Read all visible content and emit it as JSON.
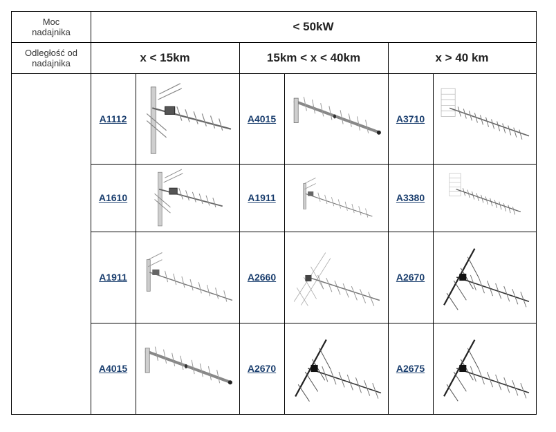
{
  "header": {
    "power_label": "Moc nadajnika",
    "power_value": "< 50kW",
    "distance_label": "Odległość od nadajnika",
    "ranges": [
      "x < 15km",
      "15km < x < 40km",
      "x > 40 km"
    ]
  },
  "rows": [
    {
      "cells": [
        {
          "code": "A1112",
          "antenna": "yagi-mast-clamp"
        },
        {
          "code": "A4015",
          "antenna": "yagi-long-boom"
        },
        {
          "code": "A3710",
          "antenna": "yagi-multi-director"
        }
      ]
    },
    {
      "cells": [
        {
          "code": "A1610",
          "antenna": "yagi-mast-clamp"
        },
        {
          "code": "A1911",
          "antenna": "yagi-simple"
        },
        {
          "code": "A3380",
          "antenna": "yagi-multi-director"
        }
      ]
    },
    {
      "cells": [
        {
          "code": "A1911",
          "antenna": "yagi-simple"
        },
        {
          "code": "A2660",
          "antenna": "grid-reflector"
        },
        {
          "code": "A2670",
          "antenna": "grid-reflector-dark"
        }
      ]
    },
    {
      "cells": [
        {
          "code": "A4015",
          "antenna": "yagi-long-boom"
        },
        {
          "code": "A2670",
          "antenna": "grid-reflector-dark"
        },
        {
          "code": "A2675",
          "antenna": "grid-reflector-dark"
        }
      ]
    }
  ],
  "colors": {
    "link": "#1a3e6e",
    "border": "#000000",
    "line": "#888888"
  }
}
